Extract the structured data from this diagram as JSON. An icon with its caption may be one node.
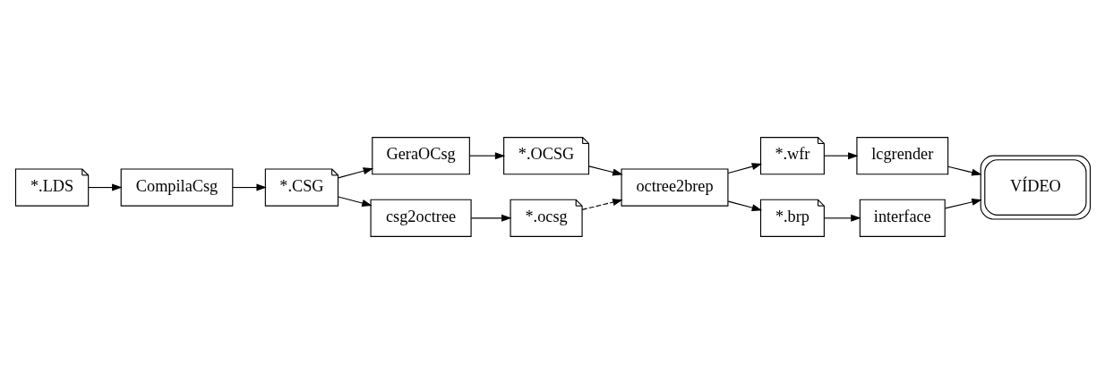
{
  "diagram": {
    "nodes": [
      {
        "text": [
          "*.LDS"
        ]
      },
      {
        "text": [
          "CompilaCsg"
        ]
      },
      {
        "text": [
          "*.CSG"
        ]
      },
      {
        "text": [
          "GeraOCsg"
        ]
      },
      {
        "text": [
          "*.OCSG"
        ]
      },
      {
        "text": [
          "csg2octree"
        ]
      },
      {
        "text": [
          "*.ocsg"
        ]
      },
      {
        "text": [
          "octree2brep"
        ]
      },
      {
        "text": [
          "*.wfr"
        ]
      },
      {
        "text": [
          "lcgrender"
        ]
      },
      {
        "text": [
          "*.brp"
        ]
      },
      {
        "text": [
          "interface"
        ]
      },
      {
        "text": [
          "VÍDEO"
        ]
      }
    ],
    "edges": [
      {
        "from": 0,
        "to": 1,
        "arrow": "to"
      },
      {
        "from": 1,
        "to": 2,
        "arrow": "to"
      },
      {
        "from": 2,
        "to": 3,
        "arrow": "to"
      },
      {
        "from": 2,
        "to": 5,
        "arrow": "to"
      },
      {
        "from": 3,
        "to": 4,
        "arrow": "to"
      },
      {
        "from": 5,
        "to": 6,
        "arrow": "to"
      },
      {
        "from": 6,
        "to": 7,
        "arrow": "to",
        "style": "dashed"
      },
      {
        "from": 4,
        "to": 7,
        "arrow": "to"
      },
      {
        "from": 7,
        "to": 8,
        "arrow": "to"
      },
      {
        "from": 7,
        "to": 10,
        "arrow": "to"
      },
      {
        "from": 8,
        "to": 9,
        "arrow": "to"
      },
      {
        "from": 10,
        "to": 11,
        "arrow": "to"
      },
      {
        "from": 9,
        "to": 12,
        "arrow": "to"
      },
      {
        "from": 11,
        "to": 12,
        "arrow": "to"
      }
    ]
  }
}
